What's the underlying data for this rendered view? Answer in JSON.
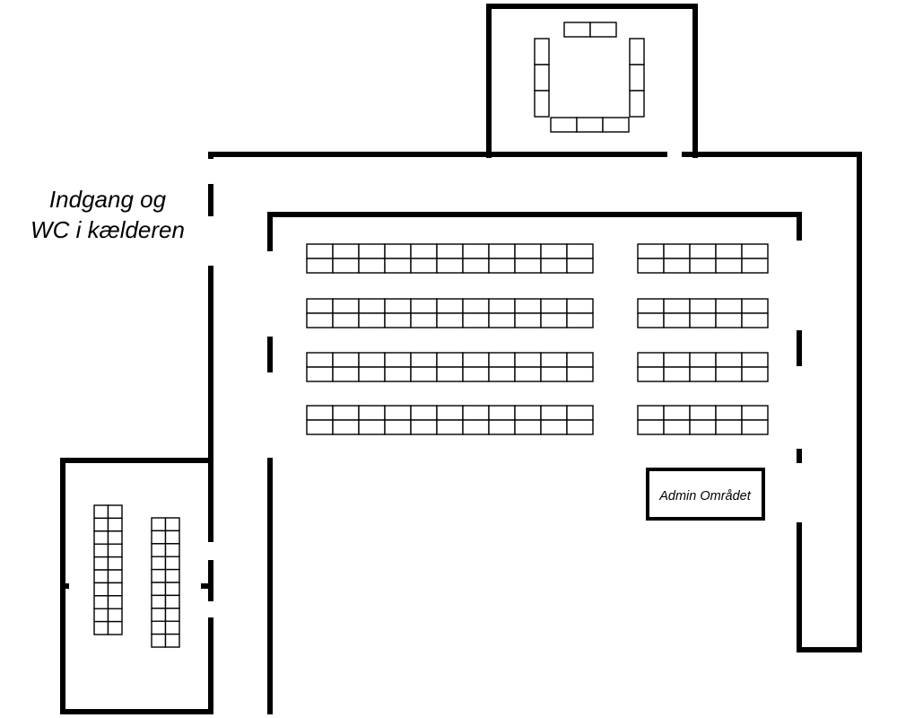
{
  "labels": {
    "entrance_line1": "Indgang og",
    "entrance_line2": "WC i kælderen",
    "admin_area": "Admin Området"
  },
  "colors": {
    "wall": "#000000",
    "background": "#ffffff"
  }
}
